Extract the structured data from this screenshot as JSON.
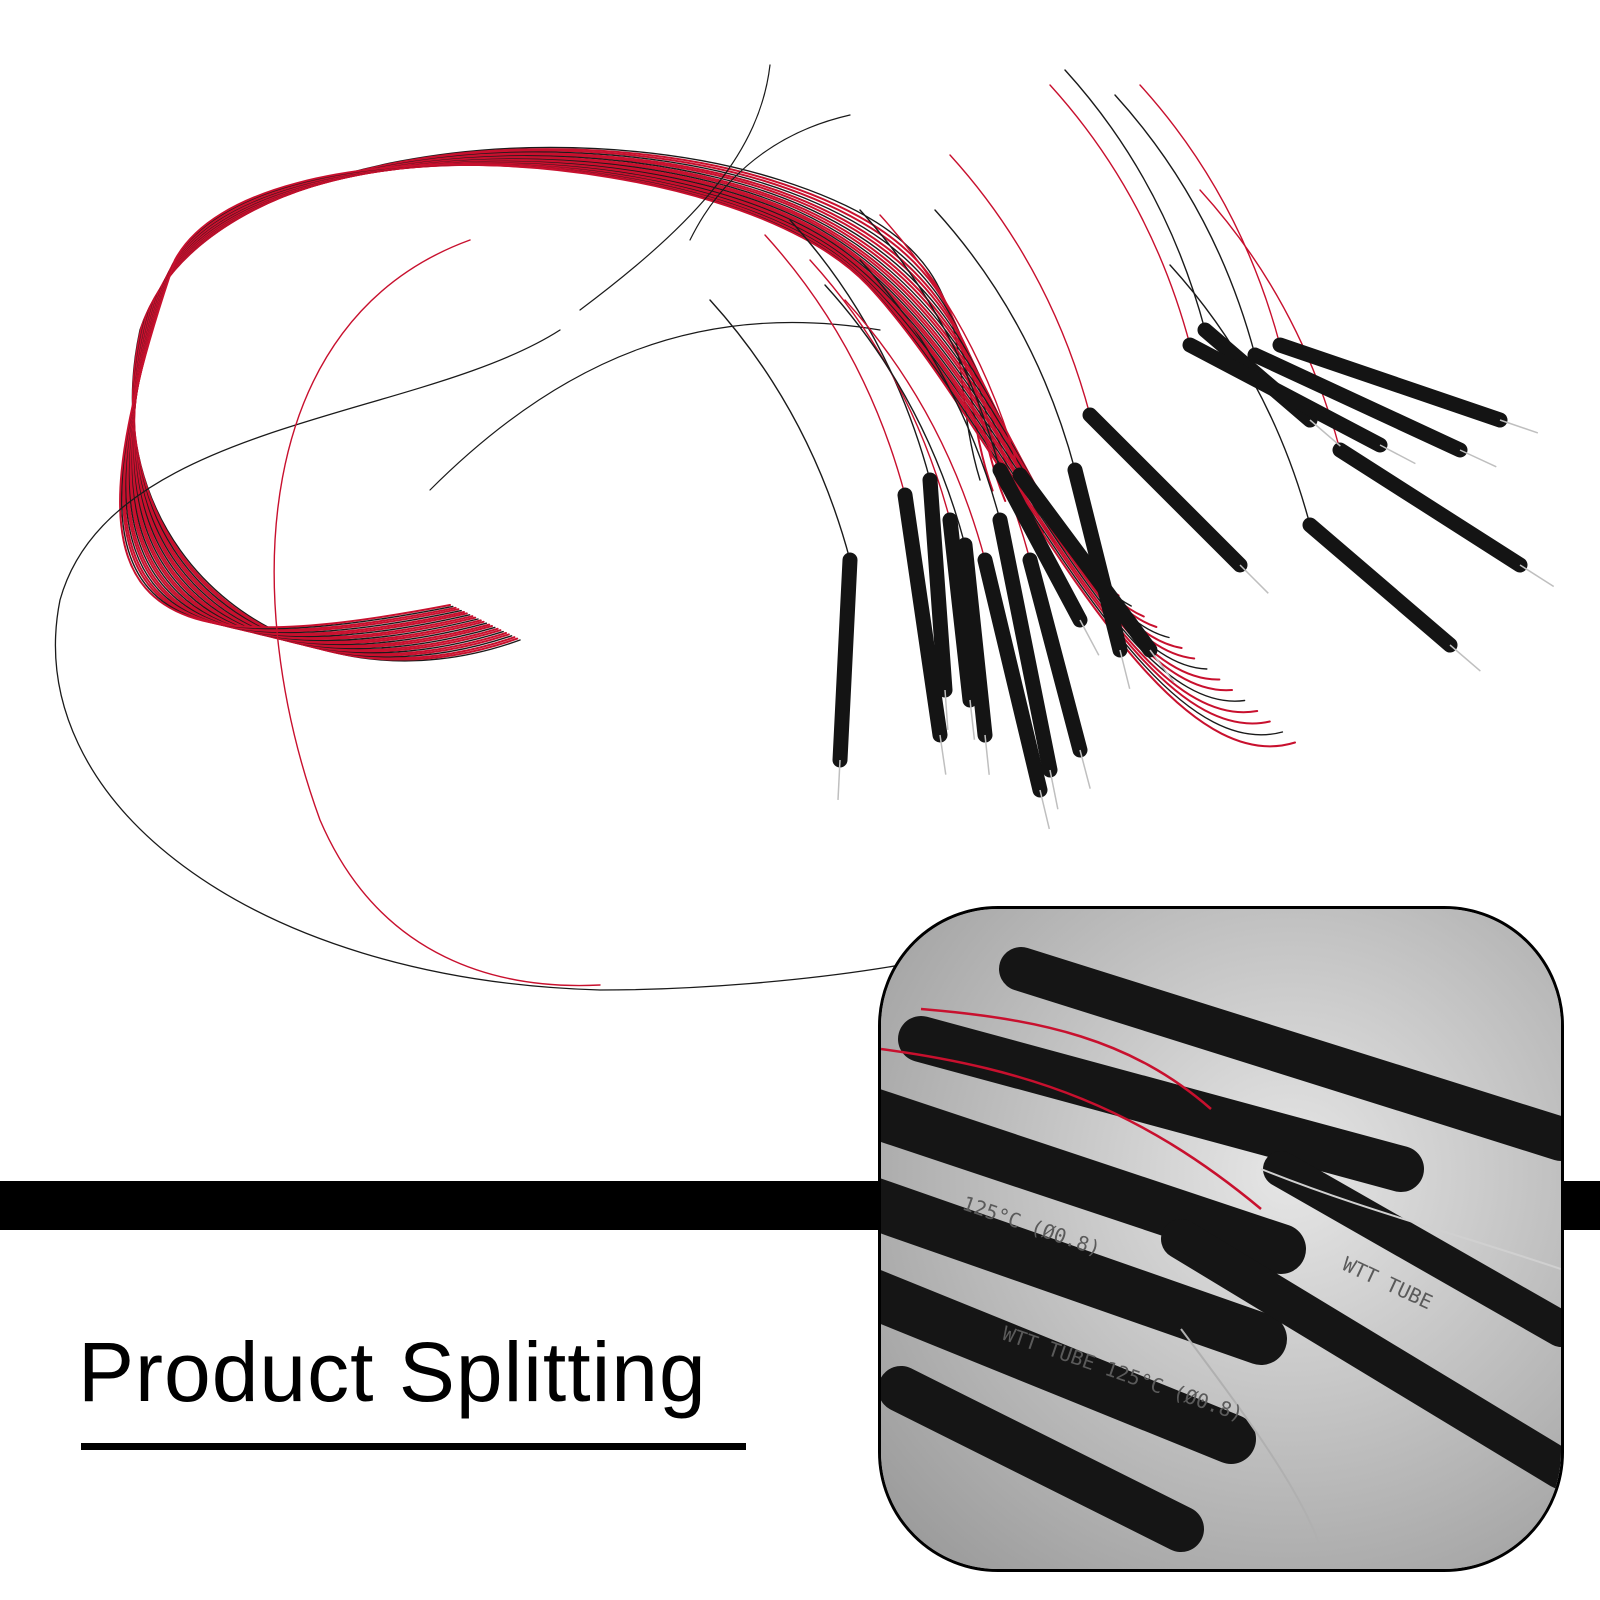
{
  "product_image": {
    "subject": "pre-wired red and black enamelled micro LED leads with black heat-shrink sleeved pins",
    "wire_colors": {
      "red": "#c8102e",
      "black": "#1a1a1a",
      "tip": "#bfbfbf"
    }
  },
  "caption": {
    "text": "Product Splitting"
  },
  "detail_inset": {
    "tube_markings": [
      "WTT TUBE 125°C (Ø0.8)",
      "125°C (Ø0.8)",
      "WTT TUBE"
    ]
  },
  "colors": {
    "background": "#ffffff",
    "bar": "#000000",
    "sleeve": "#141414"
  }
}
